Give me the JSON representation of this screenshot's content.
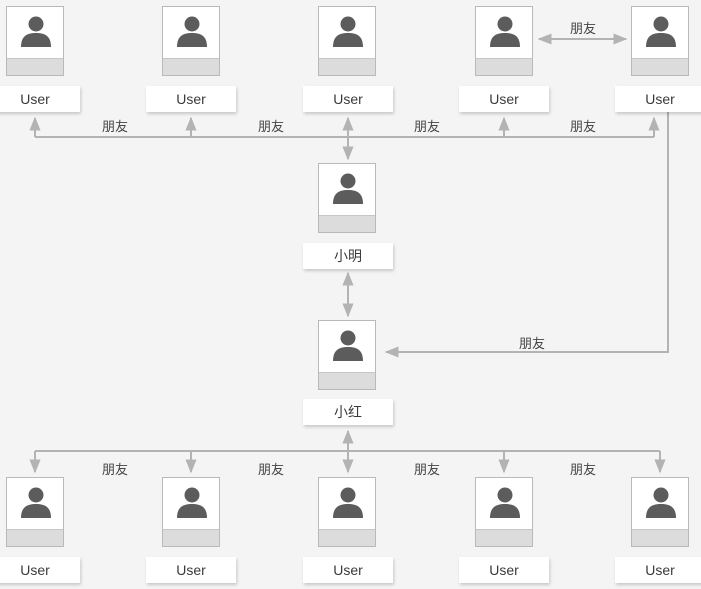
{
  "users_top": [
    "User",
    "User",
    "User",
    "User",
    "User"
  ],
  "users_bottom": [
    "User",
    "User",
    "User",
    "User",
    "User"
  ],
  "xiaoming": {
    "label": "小明"
  },
  "xiaohong": {
    "label": "小红"
  },
  "relation_label": "朋友",
  "colors": {
    "background": "#f4f4f4",
    "connector": "#b3b3b3",
    "avatar": "#5c5c5c"
  },
  "icons": {
    "person": "user-avatar-icon"
  }
}
